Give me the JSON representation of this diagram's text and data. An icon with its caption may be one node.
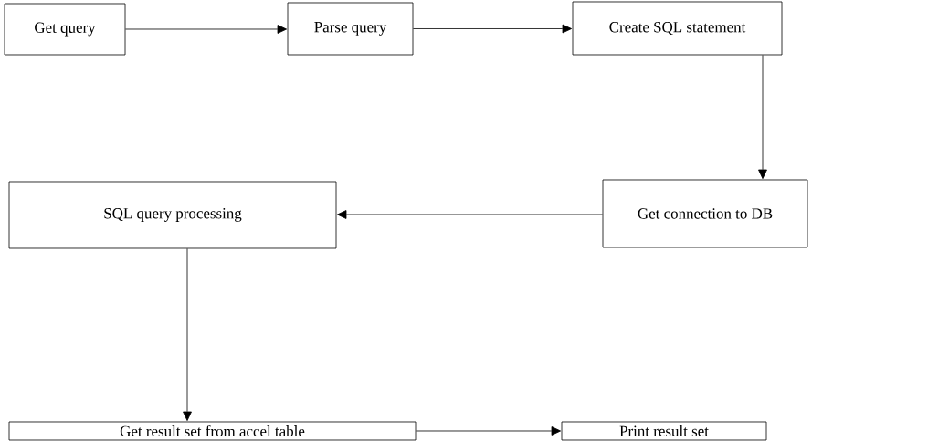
{
  "diagram": {
    "nodes": [
      {
        "text": [
          "Get query"
        ]
      },
      {
        "text": [
          "Parse query"
        ]
      },
      {
        "text": [
          "Create SQL statement"
        ]
      },
      {
        "text": [
          "Get connection to DB"
        ]
      },
      {
        "text": [
          "SQL query processing"
        ]
      },
      {
        "text": [
          "Get result set from accel table"
        ]
      },
      {
        "text": [
          "Print result set"
        ]
      }
    ],
    "edges": [
      {
        "from": 0,
        "to": 1,
        "arrow": "to"
      },
      {
        "from": 1,
        "to": 2,
        "arrow": "to"
      },
      {
        "from": 2,
        "to": 3,
        "arrow": "to"
      },
      {
        "from": 3,
        "to": 4,
        "arrow": "to"
      },
      {
        "from": 4,
        "to": 5,
        "arrow": "to"
      },
      {
        "from": 5,
        "to": 6,
        "arrow": "to"
      }
    ]
  }
}
